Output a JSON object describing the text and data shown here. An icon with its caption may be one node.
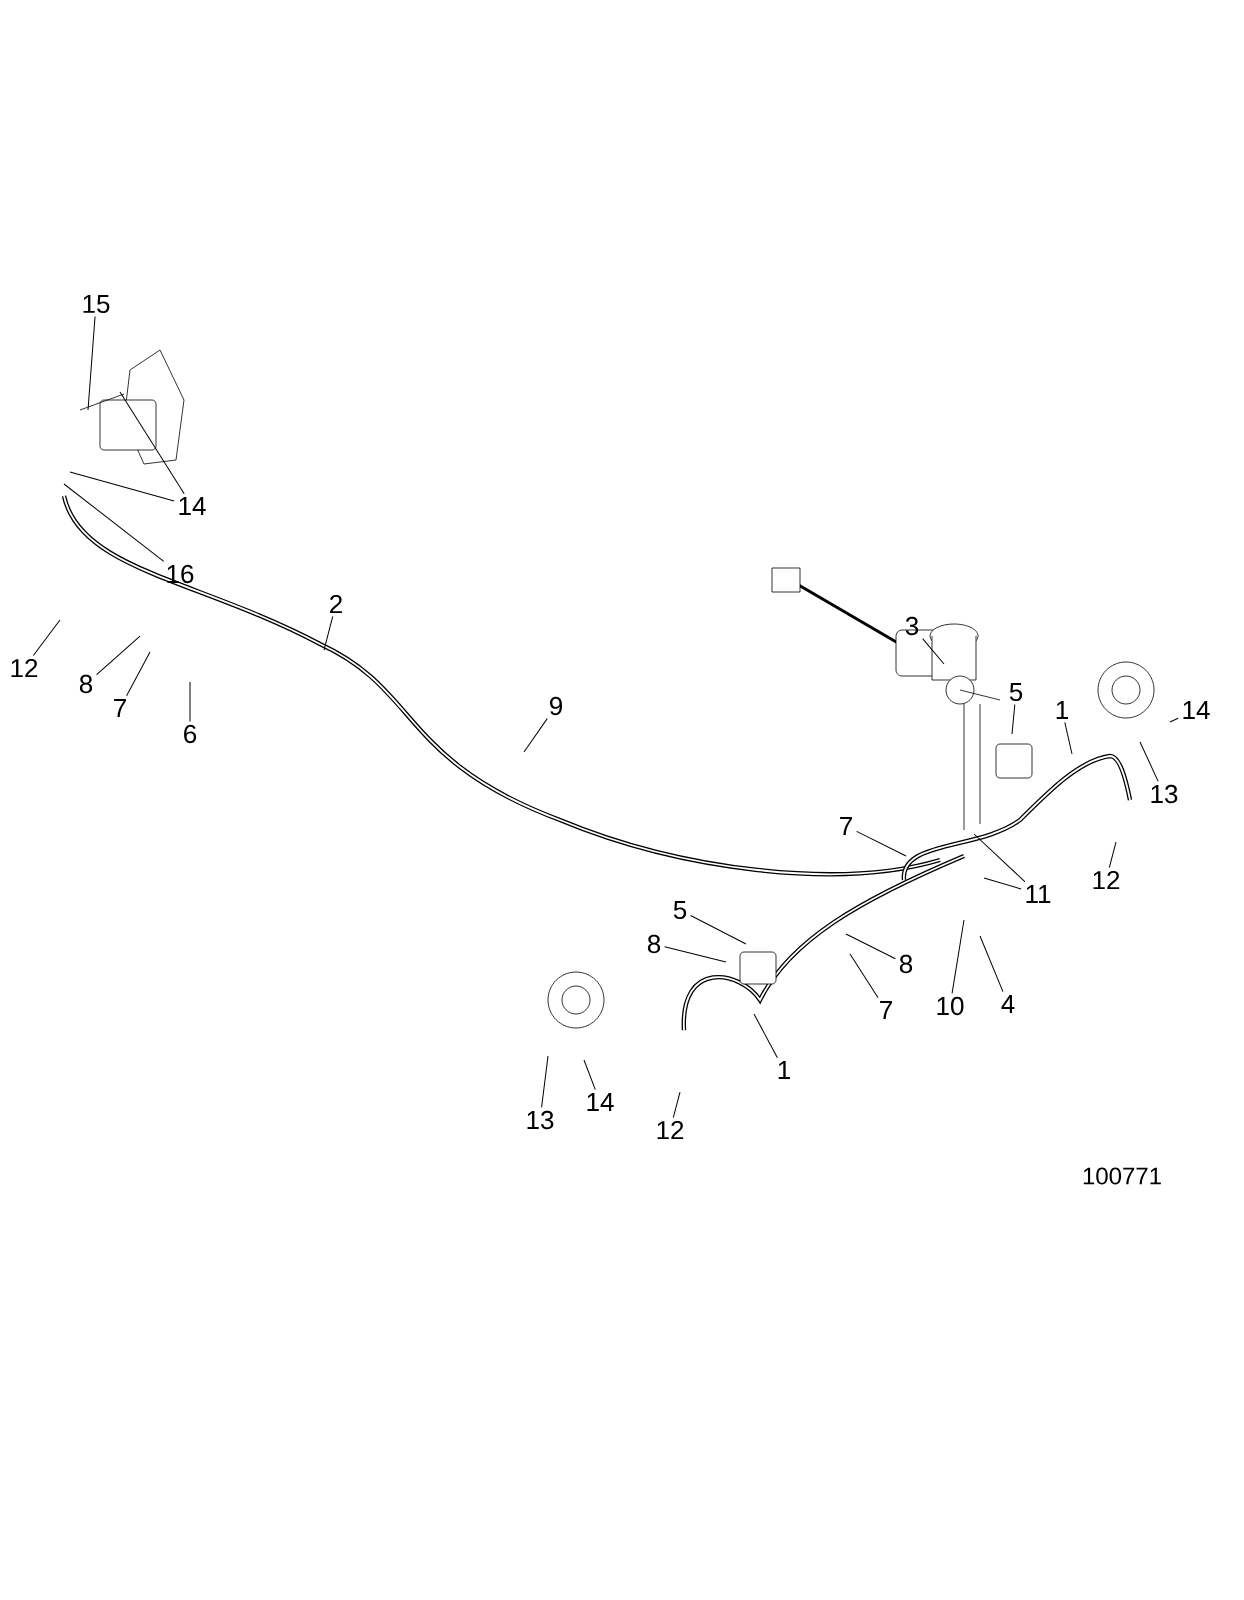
{
  "diagram": {
    "nodes": [
      {
        "text": [
          "15"
        ]
      },
      {
        "text": [
          "14"
        ]
      },
      {
        "text": [
          "16"
        ]
      },
      {
        "text": [
          "12"
        ]
      },
      {
        "text": [
          "8"
        ]
      },
      {
        "text": [
          "7"
        ]
      },
      {
        "text": [
          "6"
        ]
      },
      {
        "text": [
          "2"
        ]
      },
      {
        "text": [
          "9"
        ]
      },
      {
        "text": [
          "3"
        ]
      },
      {
        "text": [
          "5"
        ]
      },
      {
        "text": [
          "1"
        ]
      },
      {
        "text": [
          "14"
        ]
      },
      {
        "text": [
          "13"
        ]
      },
      {
        "text": [
          "12"
        ]
      },
      {
        "text": [
          "7"
        ]
      },
      {
        "text": [
          "11"
        ]
      },
      {
        "text": [
          "5"
        ]
      },
      {
        "text": [
          "8"
        ]
      },
      {
        "text": [
          "8"
        ]
      },
      {
        "text": [
          "7"
        ]
      },
      {
        "text": [
          "10"
        ]
      },
      {
        "text": [
          "4"
        ]
      },
      {
        "text": [
          "1"
        ]
      },
      {
        "text": [
          "14"
        ]
      },
      {
        "text": [
          "13"
        ]
      },
      {
        "text": [
          "12"
        ]
      }
    ],
    "edges": [
      {
        "from": 0,
        "to": null,
        "arrow": "none"
      },
      {
        "from": 1,
        "to": null,
        "arrow": "none"
      },
      {
        "from": 1,
        "to": null,
        "arrow": "none"
      },
      {
        "from": 2,
        "to": null,
        "arrow": "none"
      },
      {
        "from": 3,
        "to": null,
        "arrow": "none"
      },
      {
        "from": 4,
        "to": null,
        "arrow": "none"
      },
      {
        "from": 5,
        "to": null,
        "arrow": "none"
      },
      {
        "from": 6,
        "to": null,
        "arrow": "none"
      },
      {
        "from": 7,
        "to": null,
        "arrow": "none"
      },
      {
        "from": 8,
        "to": null,
        "arrow": "none"
      },
      {
        "from": 9,
        "to": null,
        "arrow": "none"
      },
      {
        "from": 10,
        "to": null,
        "arrow": "none"
      },
      {
        "from": 11,
        "to": null,
        "arrow": "none"
      },
      {
        "from": 12,
        "to": null,
        "arrow": "none"
      },
      {
        "from": 13,
        "to": null,
        "arrow": "none"
      },
      {
        "from": 14,
        "to": null,
        "arrow": "none"
      },
      {
        "from": 15,
        "to": null,
        "arrow": "none"
      },
      {
        "from": 16,
        "to": null,
        "arrow": "none"
      },
      {
        "from": 16,
        "to": null,
        "arrow": "none"
      },
      {
        "from": 17,
        "to": null,
        "arrow": "none"
      },
      {
        "from": 18,
        "to": null,
        "arrow": "none"
      },
      {
        "from": 19,
        "to": null,
        "arrow": "none"
      },
      {
        "from": 20,
        "to": null,
        "arrow": "none"
      },
      {
        "from": 21,
        "to": null,
        "arrow": "none"
      },
      {
        "from": 22,
        "to": null,
        "arrow": "none"
      },
      {
        "from": 23,
        "to": null,
        "arrow": "none"
      },
      {
        "from": 24,
        "to": null,
        "arrow": "none"
      },
      {
        "from": 25,
        "to": null,
        "arrow": "none"
      },
      {
        "from": 26,
        "to": null,
        "arrow": "none"
      }
    ],
    "labels": [
      "100771"
    ]
  }
}
